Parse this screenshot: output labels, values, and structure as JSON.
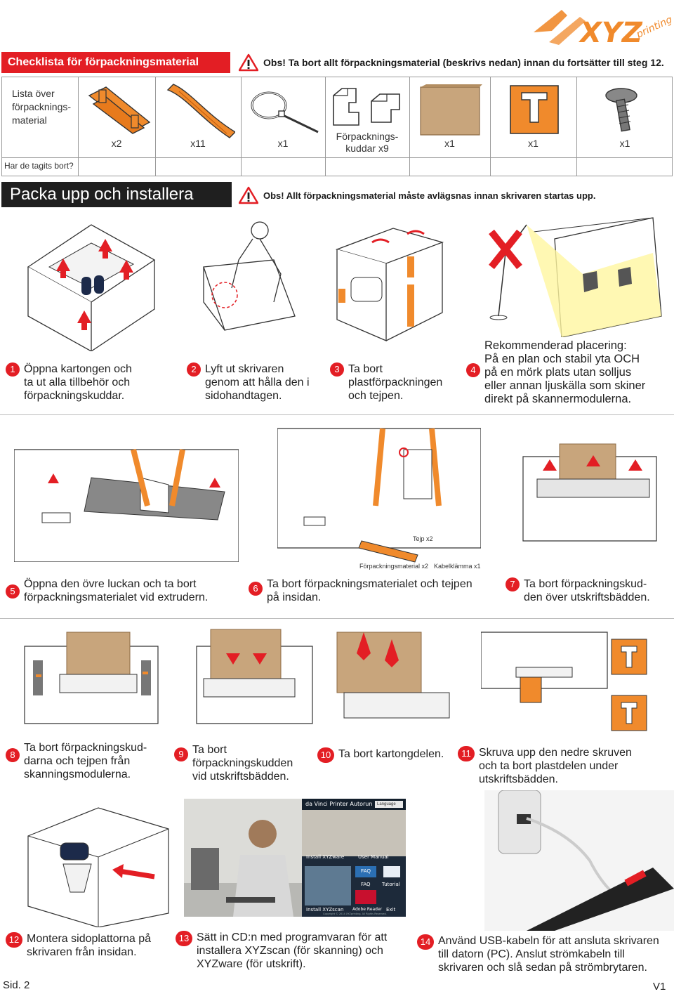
{
  "header": {
    "checklist_title": "Checklista för förpackningsmaterial",
    "checklist_warning": "Obs! Ta bort allt förpackningsmaterial (beskrivs nedan) innan du fortsätter till steg 12.",
    "unpack_title": "Packa upp och installera",
    "unpack_warning": "Obs! Allt förpackningsmaterial måste avlägsnas innan skrivaren startas upp."
  },
  "checklist": {
    "row_label_list": "Lista över förpacknings-material",
    "row_label_removed": "Har de tagits bort?",
    "items": [
      {
        "icon": "orange-bracket-icon",
        "qty": "x2"
      },
      {
        "icon": "orange-tape-icon",
        "qty": "x11"
      },
      {
        "icon": "cable-tie-icon",
        "qty": "x1"
      },
      {
        "icon": "foam-cushion-icon",
        "qty": "Förpacknings-\nkuddar x9"
      },
      {
        "icon": "cardboard-icon",
        "qty": "x1"
      },
      {
        "icon": "plastic-holder-icon",
        "qty": "x1"
      },
      {
        "icon": "screw-icon",
        "qty": "x1"
      }
    ]
  },
  "steps": [
    {
      "num": "1",
      "text": "Öppna kartongen och\nta ut alla tillbehör och\nförpackningskuddar."
    },
    {
      "num": "2",
      "text": "Lyft ut skrivaren\ngenom att hålla den i\nsidohandtagen."
    },
    {
      "num": "3",
      "text": "Ta bort\nplastförpackningen\noch tejpen."
    },
    {
      "num": "4",
      "text": "Rekommenderad placering:\nPå en plan och stabil yta OCH\npå en mörk plats utan solljus\neller annan ljuskälla som skiner\ndirekt på skannermodulerna."
    },
    {
      "num": "5",
      "text": "Öppna den övre luckan och ta bort\nförpackningsmaterialet vid extrudern."
    },
    {
      "num": "6",
      "text": "Ta bort förpackningsmaterialet och tejpen\npå insidan."
    },
    {
      "num": "7",
      "text": "Ta bort förpackningskud-\nden över utskriftsbädden."
    },
    {
      "num": "8",
      "text": "Ta bort förpackningskud-\ndarna och tejpen från\nskanningsmodulerna."
    },
    {
      "num": "9",
      "text": "Ta bort\nförpackningskudden\nvid utskriftsbädden."
    },
    {
      "num": "10",
      "text": "Ta bort kartongdelen."
    },
    {
      "num": "11",
      "text": "Skruva upp den nedre skruven\noch ta bort plastdelen under\nutskriftsbädden."
    },
    {
      "num": "12",
      "text": "Montera sidoplattorna på\nskrivaren från insidan."
    },
    {
      "num": "13",
      "text": "Sätt in CD:n med programvaran för att\ninstallera XYZscan (för skanning) och\nXYZware (för utskrift)."
    },
    {
      "num": "14",
      "text": "Använd USB-kabeln för att ansluta skrivaren\ntill datorn (PC). Anslut strömkabeln till\nskrivaren och slå sedan på strömbrytaren."
    }
  ],
  "step6_labels": {
    "tape": "Tejp x2",
    "material": "Förpackningsmaterial x2",
    "cable_tie": "Kabelklämma x1"
  },
  "launcher": {
    "title": "da Vinci Printer Autorun",
    "language": "Language",
    "install_xyzware": "Install XYZware",
    "user_manual": "User Manual",
    "faq_icon": "FAQ",
    "faq": "FAQ",
    "tutorial": "Tutorial",
    "install_xyzscan": "Install XYZscan",
    "adobe_reader": "Adobe Reader",
    "exit": "Exit",
    "copyright": "Copyright © 2014 XYZprinting. All Rights Reserved."
  },
  "footer": {
    "page": "Sid. 2",
    "version": "V1"
  },
  "colors": {
    "red": "#e31e24",
    "orange": "#f08a2c",
    "cardboard": "#c8a57c",
    "dark": "#1f1f1f"
  }
}
